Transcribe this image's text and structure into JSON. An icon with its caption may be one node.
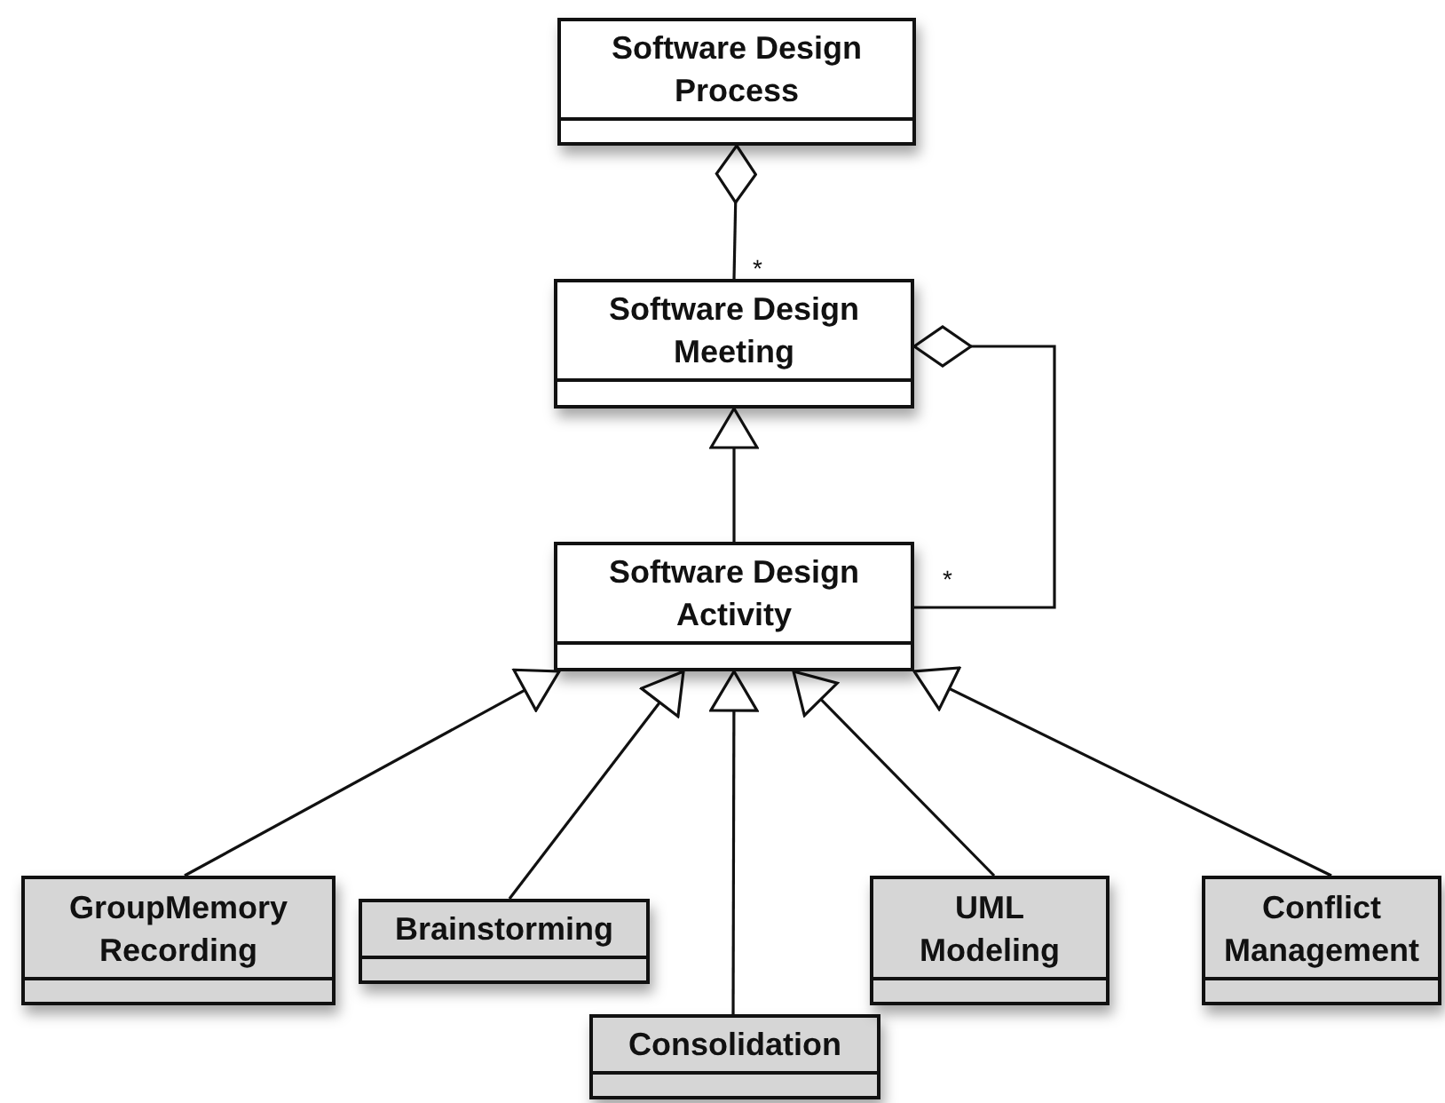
{
  "diagram": {
    "nodes": [
      {
        "text": [
          "Software Design Process"
        ]
      },
      {
        "text": [
          "Software Design Meeting"
        ]
      },
      {
        "text": [
          "Software Design Activity"
        ]
      },
      {
        "text": [
          "GroupMemory Recording"
        ]
      },
      {
        "text": [
          "Brainstorming"
        ]
      },
      {
        "text": [
          "Consolidation"
        ]
      },
      {
        "text": [
          "UML Modeling"
        ]
      },
      {
        "text": [
          "Conflict Management"
        ]
      }
    ],
    "edges": [
      {
        "from": 0,
        "to": 1,
        "arrow": "other"
      },
      {
        "from": 2,
        "to": 1,
        "arrow": "to"
      },
      {
        "from": 1,
        "to": 2,
        "arrow": "other"
      },
      {
        "from": 3,
        "to": 2,
        "arrow": "to"
      },
      {
        "from": 4,
        "to": 2,
        "arrow": "to"
      },
      {
        "from": 5,
        "to": 2,
        "arrow": "to"
      },
      {
        "from": 6,
        "to": 2,
        "arrow": "to"
      },
      {
        "from": 7,
        "to": 2,
        "arrow": "to"
      }
    ],
    "labels": [
      "*",
      "*"
    ]
  }
}
